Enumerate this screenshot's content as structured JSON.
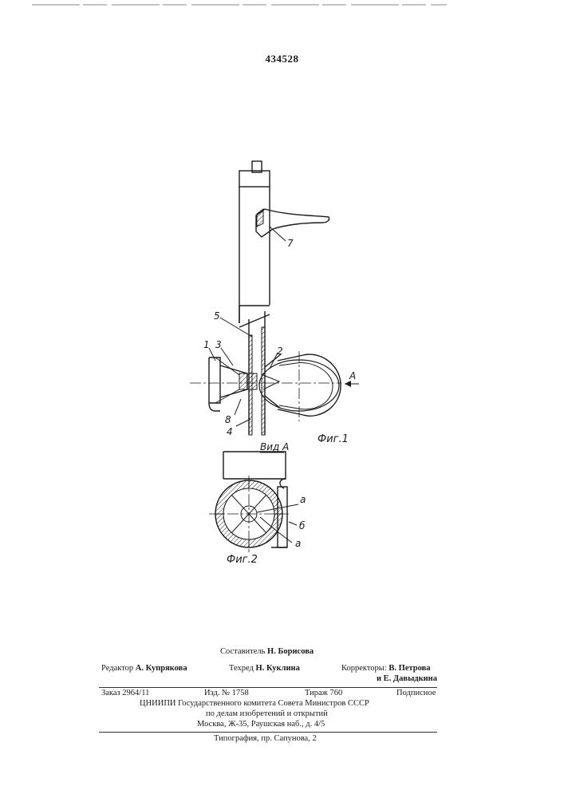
{
  "patent_number": "434528",
  "figure": {
    "labels": {
      "n1": "1",
      "n2": "2",
      "n3": "3",
      "n4": "4",
      "n5": "5",
      "n7": "7",
      "n8": "8",
      "arrow_a": "A",
      "view_a": "Вид А",
      "fig1": "Фиг.1",
      "fig2": "Фиг.2",
      "a_top": "а",
      "b": "б",
      "a_bottom": "а"
    }
  },
  "colophon": {
    "compiler_label": "Составитель",
    "compiler_name": "Н. Борисова",
    "editor_label": "Редактор",
    "editor_name": "А. Купрякова",
    "techred_label": "Техред",
    "techred_name": "Н. Куклина",
    "correctors_label": "Корректоры:",
    "corrector_1": "В. Петрова",
    "corrector_2": "и Е. Давыдкина",
    "order": "Заказ 2964/11",
    "edition": "Изд. № 1758",
    "circulation": "Тираж 760",
    "subscription": "Подписное",
    "org_line1": "ЦНИИПИ Государственного комитета Совета Министров СССР",
    "org_line2": "по делам изобретений и открытий",
    "org_line3": "Москва, Ж-35, Раушская наб., д. 4/5",
    "printer": "Типография, пр. Сапунова, 2"
  }
}
